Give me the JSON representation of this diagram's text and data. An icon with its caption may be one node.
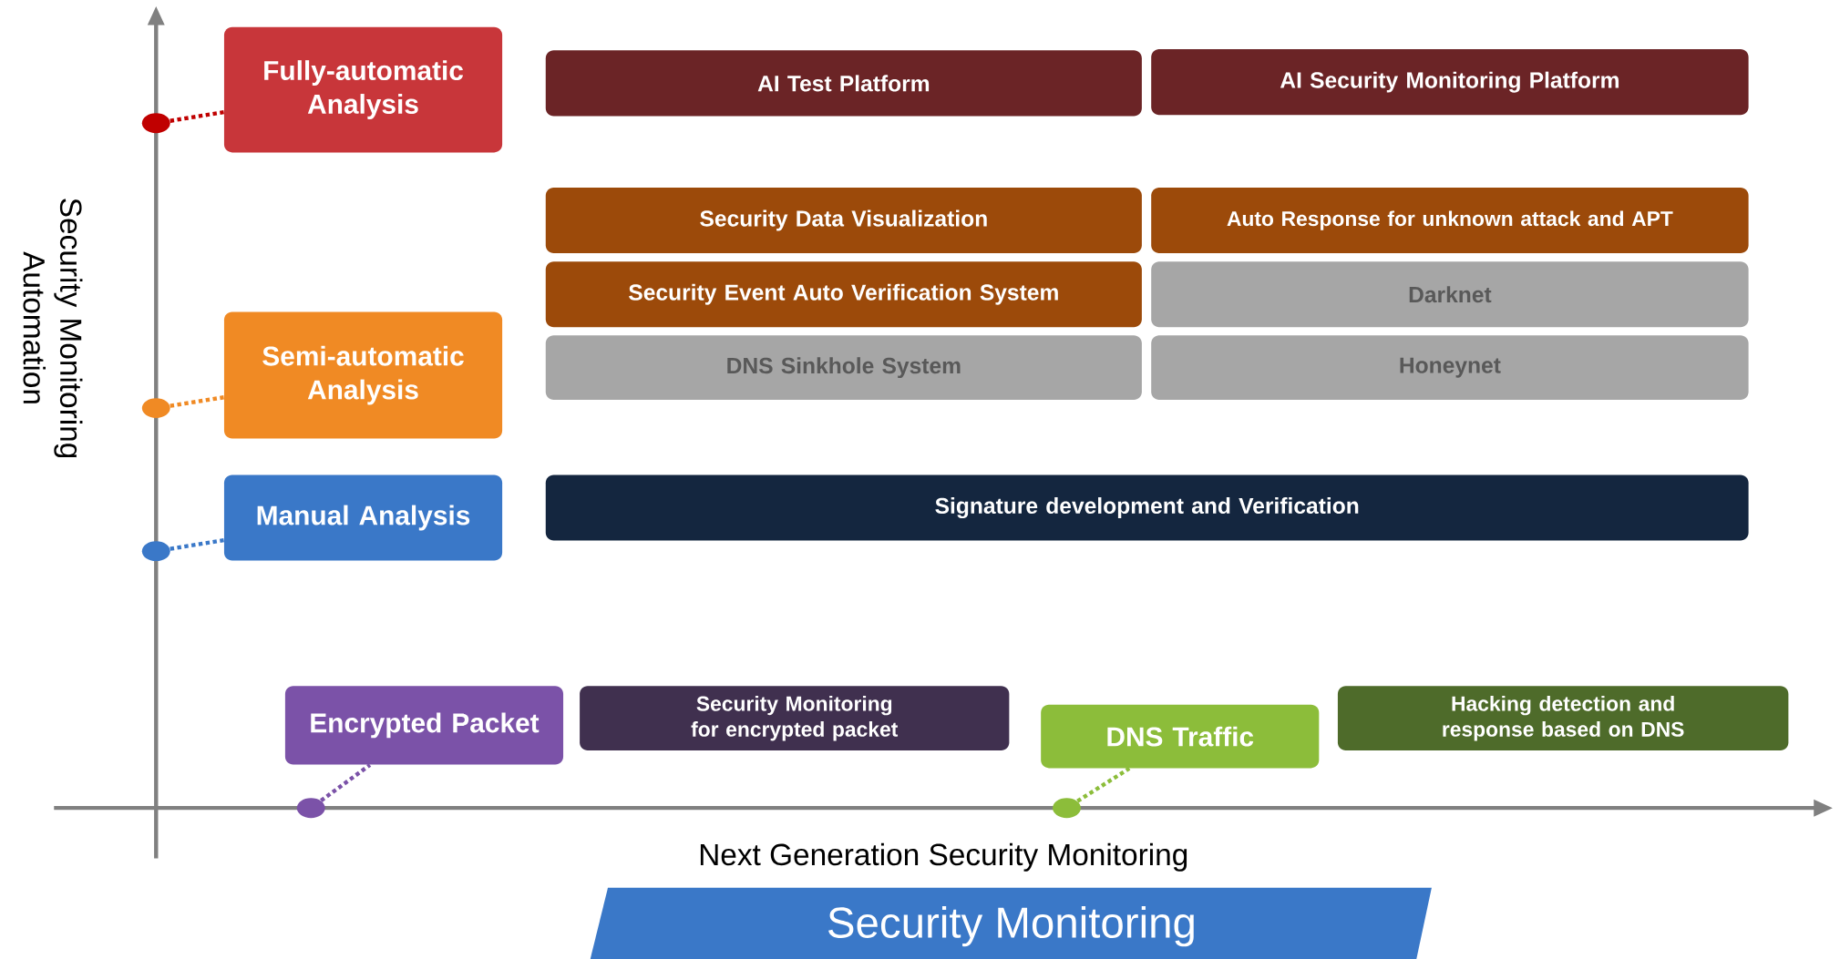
{
  "diagram": {
    "title": "Security Monitoring",
    "nodes": [
      {
        "text": [
          "Fully-automatic Analysis"
        ]
      },
      {
        "text": [
          "Semi-automatic Analysis"
        ]
      },
      {
        "text": [
          "Manual Analysis"
        ]
      },
      {
        "text": [
          "AI Test Platform"
        ]
      },
      {
        "text": [
          "AI Security Monitoring Platform"
        ]
      },
      {
        "text": [
          "Security Data Visualization"
        ]
      },
      {
        "text": [
          "Auto Response for unknown attack and APT"
        ]
      },
      {
        "text": [
          "Security Event Auto Verification System"
        ]
      },
      {
        "text": [
          "Darknet"
        ]
      },
      {
        "text": [
          "DNS Sinkhole System"
        ]
      },
      {
        "text": [
          "Honeynet"
        ]
      },
      {
        "text": [
          "Signature development and Verification"
        ]
      },
      {
        "text": [
          "Encrypted Packet"
        ]
      },
      {
        "text": [
          "Security Monitoring for encrypted packet"
        ]
      },
      {
        "text": [
          "DNS Traffic"
        ]
      },
      {
        "text": [
          "Hacking detection and response based on DNS"
        ]
      },
      {
        "text": [],
        "shape": "circle"
      },
      {
        "text": [],
        "shape": "circle"
      },
      {
        "text": [],
        "shape": "circle"
      },
      {
        "text": [],
        "shape": "circle"
      },
      {
        "text": [],
        "shape": "circle"
      }
    ],
    "edges": [
      {
        "from": 16,
        "to": 0,
        "arrow": "none",
        "color": "#c00000"
      },
      {
        "from": 17,
        "to": 1,
        "arrow": "none",
        "color": "#f08a24"
      },
      {
        "from": 18,
        "to": 2,
        "arrow": "none",
        "color": "#3a78c8"
      },
      {
        "from": 19,
        "to": 12,
        "arrow": "none",
        "color": "#7b52a8"
      },
      {
        "from": 20,
        "to": 14,
        "arrow": "none",
        "color": "#8cbd3a"
      }
    ],
    "labels": [
      "Security Monitoring Automation",
      "Next Generation Security Monitoring"
    ]
  }
}
